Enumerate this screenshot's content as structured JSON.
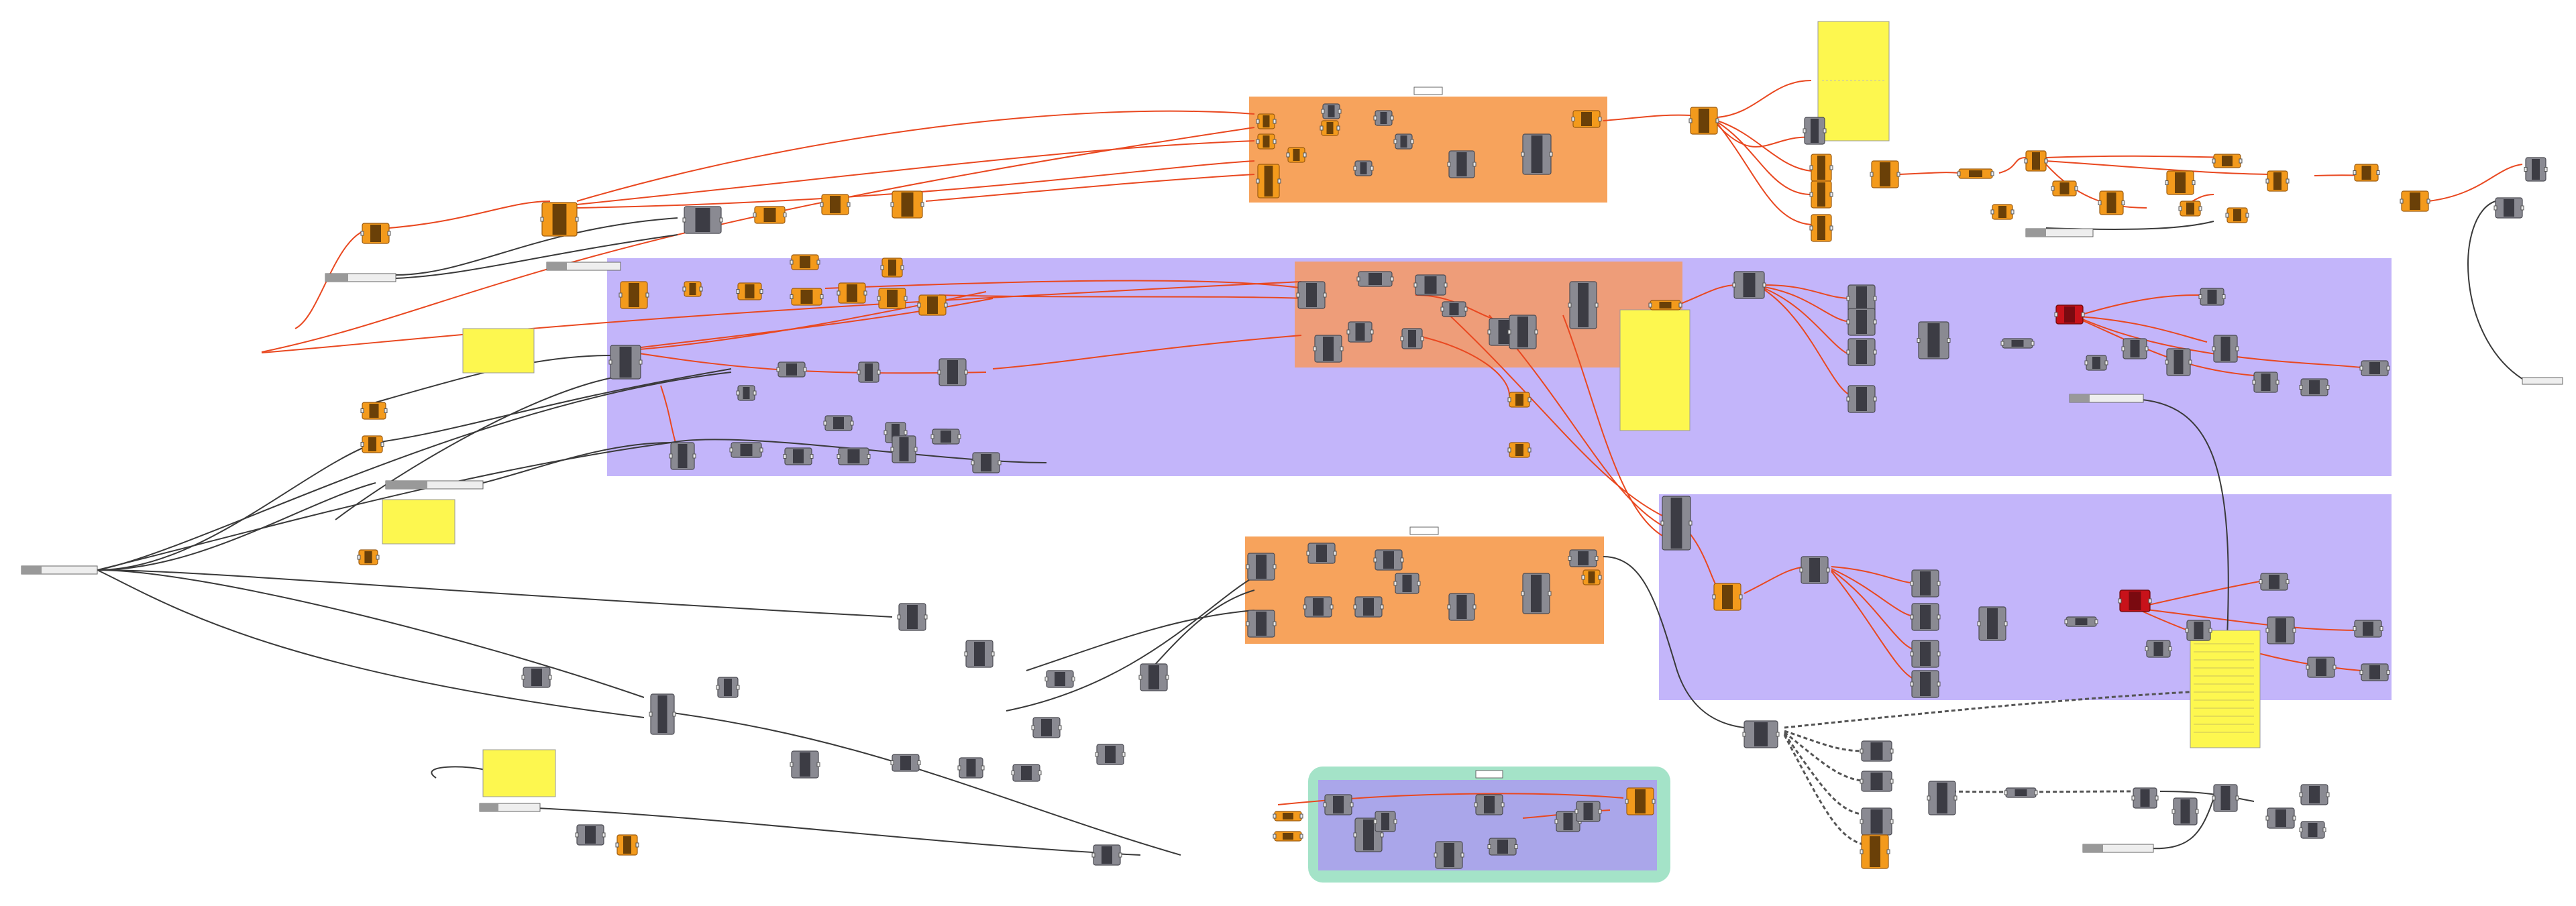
{
  "app": {
    "title": ""
  },
  "colors": {
    "canvas": "#ffffff",
    "group_orange": "#f7a35c",
    "group_purple": "#c3b5fa",
    "group_green": "#a4e3c8",
    "group_blue": "#aaa6ea",
    "panel_yellow": "#fdf74f",
    "wire_red": "#e94820",
    "wire_dark": "#3a3a3a",
    "node_gray": "#8a8a92",
    "node_orange": "#f39a1c",
    "node_red": "#c8121a",
    "param_orange": "#f5a623"
  },
  "groups": [
    {
      "name": "group-orange-top",
      "label": "",
      "color": "orange"
    },
    {
      "name": "group-purple-upper",
      "label": "",
      "color": "purple"
    },
    {
      "name": "group-orange-inner",
      "label": "",
      "color": "orange"
    },
    {
      "name": "group-orange-middle",
      "label": "",
      "color": "orange"
    },
    {
      "name": "group-purple-lower",
      "label": "",
      "color": "purple"
    },
    {
      "name": "group-green-bottom",
      "label": "",
      "color": "green"
    },
    {
      "name": "group-blue-bottom",
      "label": "",
      "color": "blue"
    }
  ],
  "sliders": [
    {
      "name": "slider-top-left",
      "label": "",
      "value": ""
    },
    {
      "name": "slider-upper-mid",
      "label": "",
      "value": ""
    },
    {
      "name": "slider-left-main",
      "label": "",
      "value": ""
    },
    {
      "name": "slider-mid-left",
      "label": "",
      "value": ""
    },
    {
      "name": "slider-bottom-left",
      "label": "",
      "value": ""
    },
    {
      "name": "slider-right-upper",
      "label": "",
      "value": ""
    },
    {
      "name": "slider-right-mid",
      "label": "",
      "value": ""
    },
    {
      "name": "slider-right-bottom",
      "label": "",
      "value": ""
    },
    {
      "name": "slider-top-right",
      "label": "",
      "value": ""
    }
  ],
  "panels": [
    {
      "name": "panel-top-right"
    },
    {
      "name": "panel-upper-left"
    },
    {
      "name": "panel-center"
    },
    {
      "name": "panel-left-mid"
    },
    {
      "name": "panel-bottom-left"
    },
    {
      "name": "panel-lower-right"
    }
  ],
  "node_styles": [
    "gray",
    "orange",
    "red"
  ]
}
